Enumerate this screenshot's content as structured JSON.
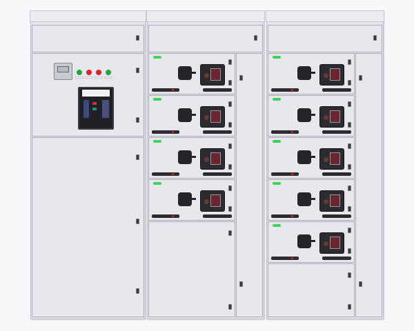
{
  "colors": {
    "cabinet": "#e3e5ec",
    "led_green": "#3fd35a",
    "indicator_green": "#1fa83a",
    "indicator_red": "#d8262a",
    "meter_screen": "#6a2530"
  },
  "cabinets": [
    {
      "name": "incoming-cabinet",
      "drawers": 0
    },
    {
      "name": "feeder-cabinet-1",
      "drawers": 4
    },
    {
      "name": "feeder-cabinet-2",
      "drawers": 5
    }
  ],
  "indicator_lights": [
    "green",
    "red",
    "red",
    "green"
  ]
}
